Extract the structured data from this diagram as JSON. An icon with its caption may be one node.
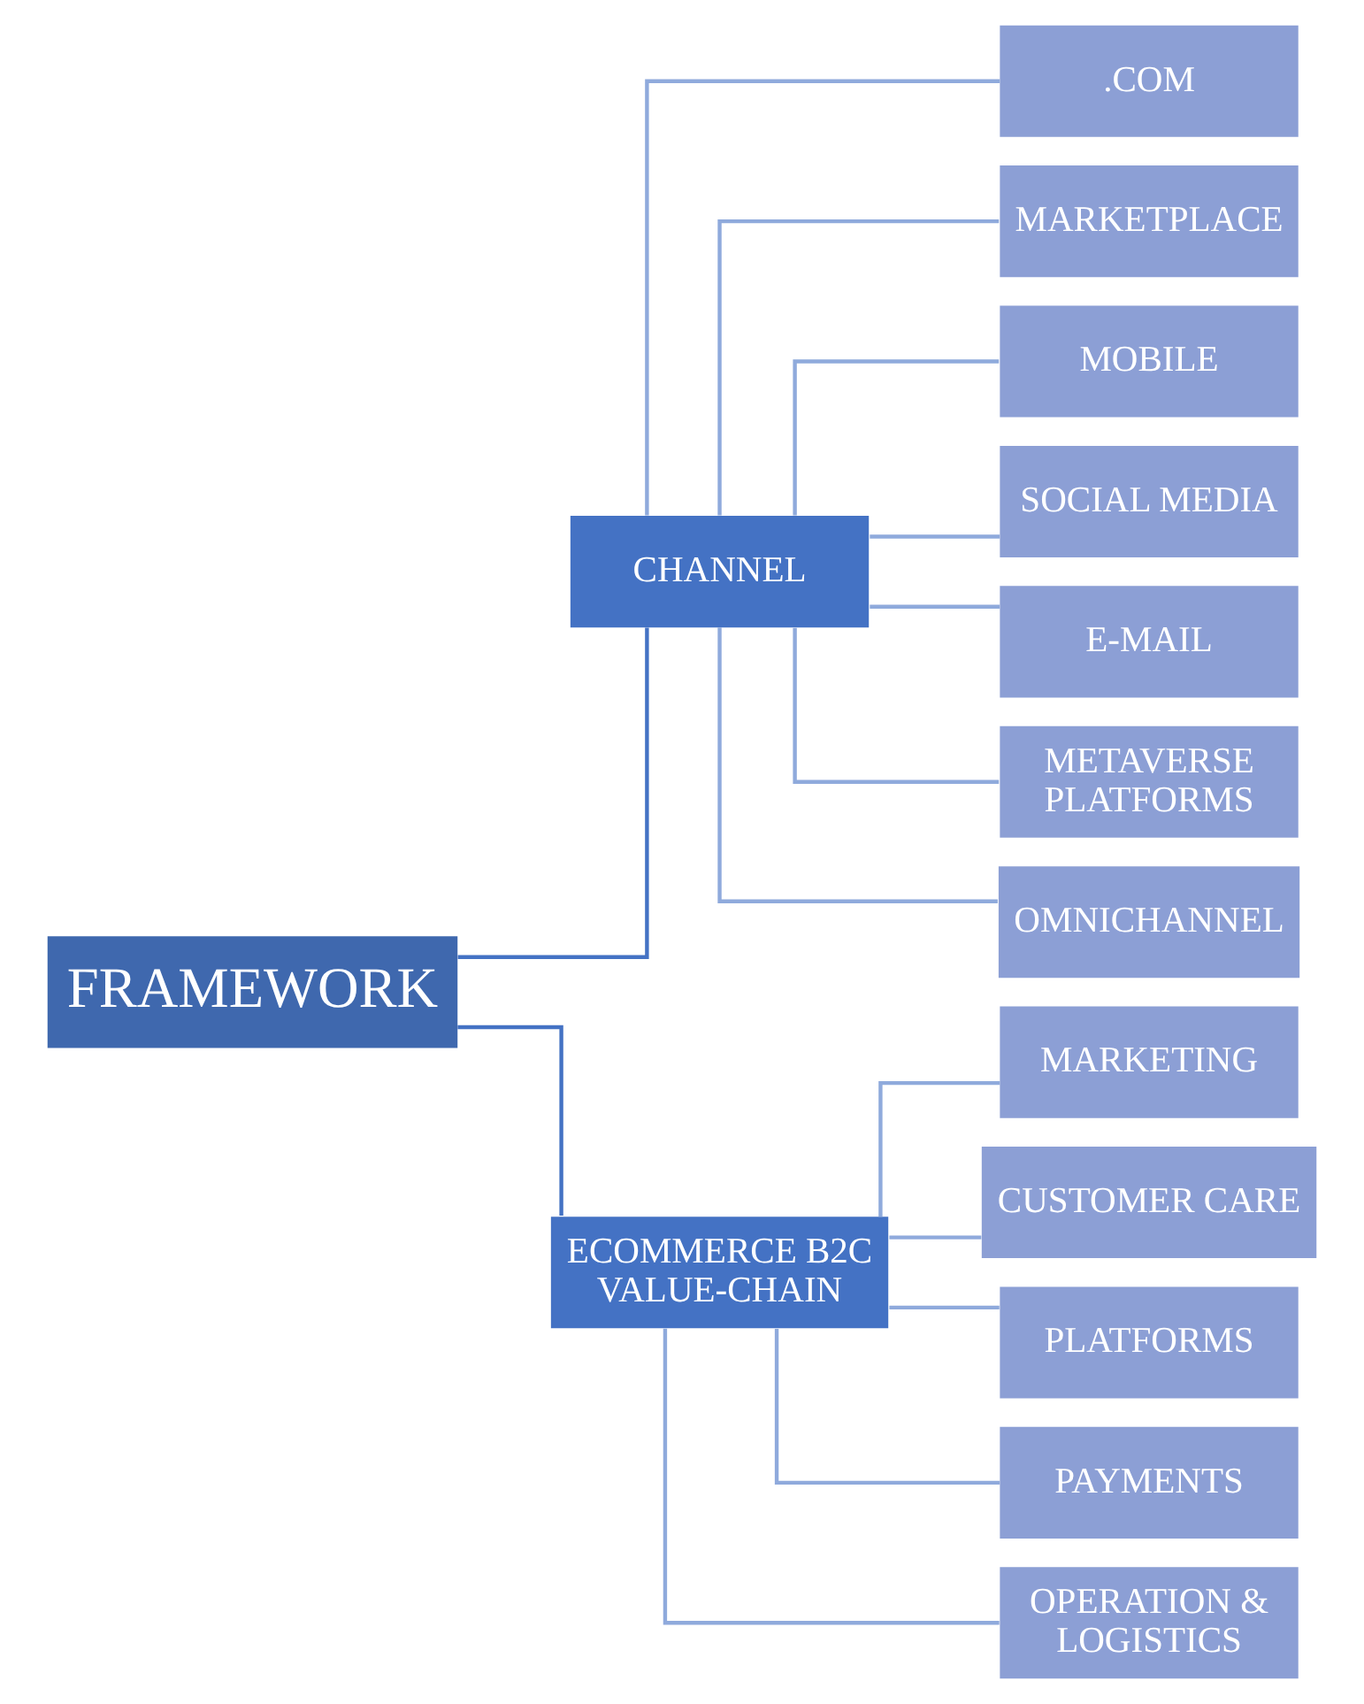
{
  "diagram": {
    "nodes": [
      {
        "text": [
          "FRAMEWORK"
        ]
      },
      {
        "text": [
          "CHANNEL"
        ]
      },
      {
        "text": [
          "ECOMMERCE B2C VALUE-CHAIN"
        ]
      },
      {
        "text": [
          ".COM"
        ]
      },
      {
        "text": [
          "MARKETPLACE"
        ]
      },
      {
        "text": [
          "MOBILE"
        ]
      },
      {
        "text": [
          "SOCIAL MEDIA"
        ]
      },
      {
        "text": [
          "E-MAIL"
        ]
      },
      {
        "text": [
          "METAVERSE PLATFORMS"
        ]
      },
      {
        "text": [
          "OMNICHANNEL"
        ]
      },
      {
        "text": [
          "MARKETING"
        ]
      },
      {
        "text": [
          "CUSTOMER CARE"
        ]
      },
      {
        "text": [
          "PLATFORMS"
        ]
      },
      {
        "text": [
          "PAYMENTS"
        ]
      },
      {
        "text": [
          "OPERATION & LOGISTICS"
        ]
      }
    ],
    "edges": [
      {
        "from": 0,
        "to": 1,
        "arrow": "none",
        "color": "#4472c4"
      },
      {
        "from": 0,
        "to": 2,
        "arrow": "none",
        "color": "#4472c4"
      },
      {
        "from": 1,
        "to": 3,
        "arrow": "none"
      },
      {
        "from": 1,
        "to": 4,
        "arrow": "none"
      },
      {
        "from": 1,
        "to": 5,
        "arrow": "none"
      },
      {
        "from": 1,
        "to": 6,
        "arrow": "none"
      },
      {
        "from": 1,
        "to": 7,
        "arrow": "none"
      },
      {
        "from": 1,
        "to": 8,
        "arrow": "none"
      },
      {
        "from": 1,
        "to": 9,
        "arrow": "none"
      },
      {
        "from": 2,
        "to": 10,
        "arrow": "none"
      },
      {
        "from": 2,
        "to": 11,
        "arrow": "none"
      },
      {
        "from": 2,
        "to": 12,
        "arrow": "none"
      },
      {
        "from": 2,
        "to": 13,
        "arrow": "none"
      },
      {
        "from": 2,
        "to": 14,
        "arrow": "none"
      }
    ]
  }
}
